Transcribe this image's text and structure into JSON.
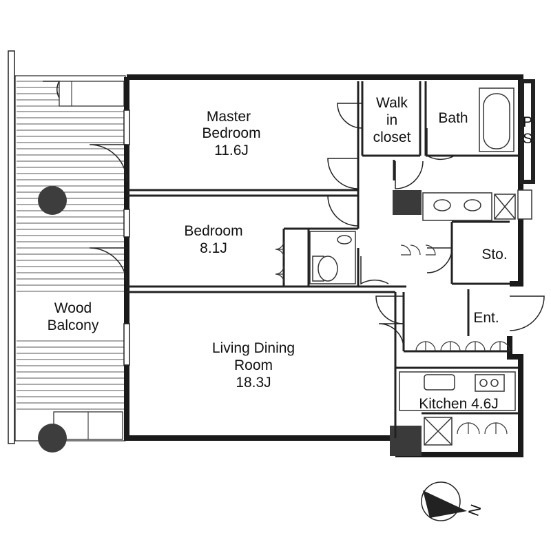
{
  "rooms": {
    "master_bedroom": {
      "name_line1": "Master",
      "name_line2": "Bedroom",
      "area": "11.6J"
    },
    "bedroom": {
      "name": "Bedroom",
      "area": "8.1J"
    },
    "living": {
      "name_line1": "Living Dining",
      "name_line2": "Room",
      "area": "18.3J"
    },
    "walk_in": {
      "line1": "Walk",
      "line2": "in",
      "line3": "closet"
    },
    "bath": "Bath",
    "ps_p": "P",
    "ps_s": "S",
    "storage": "Sto.",
    "entrance": "Ent.",
    "kitchen": "Kitchen 4.6J",
    "balcony": {
      "line1": "Wood",
      "line2": "Balcony"
    }
  },
  "compass": {
    "north_label": "N"
  },
  "colors": {
    "wall": "#1a1a1a",
    "fixture": "#444444",
    "column": "#404040"
  }
}
